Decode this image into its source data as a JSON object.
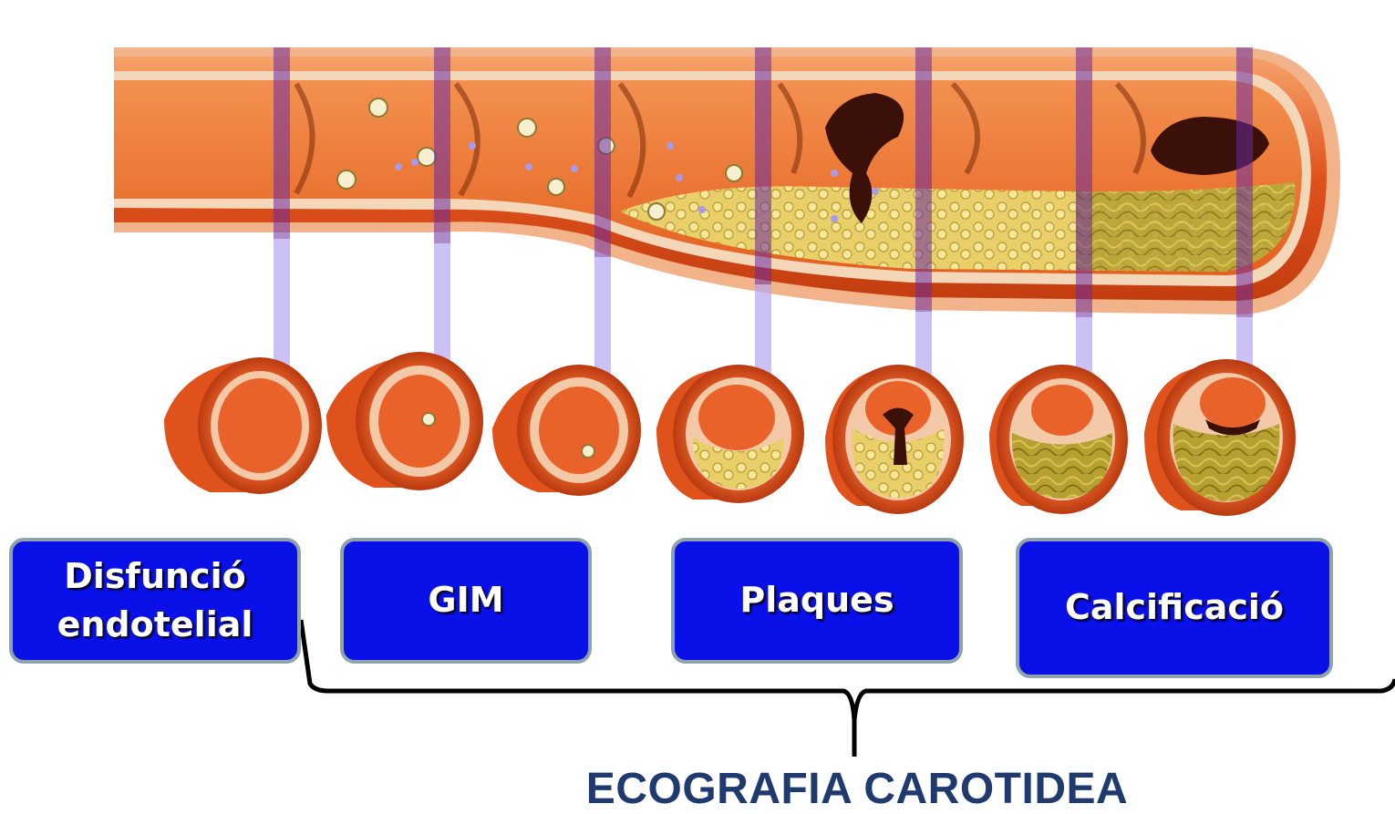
{
  "colors": {
    "box_fill": "#0a10e8",
    "box_border": "#8fa3ad",
    "title_color": "#1f3a6e",
    "vessel_wall": "#e0521c",
    "lumen": "#f07a2c",
    "plaque": "#e8d070",
    "calcium": "#3a1008",
    "connector": "#b7a6f0"
  },
  "stages": {
    "endothelial": {
      "line1": "Disfunció",
      "line2": "endotelial"
    },
    "gim": {
      "label": "GIM"
    },
    "plaques": {
      "label": "Plaques"
    },
    "calcification": {
      "label": "Calcificació"
    }
  },
  "footer": {
    "title": "ECOGRAFIA CAROTIDEA"
  }
}
